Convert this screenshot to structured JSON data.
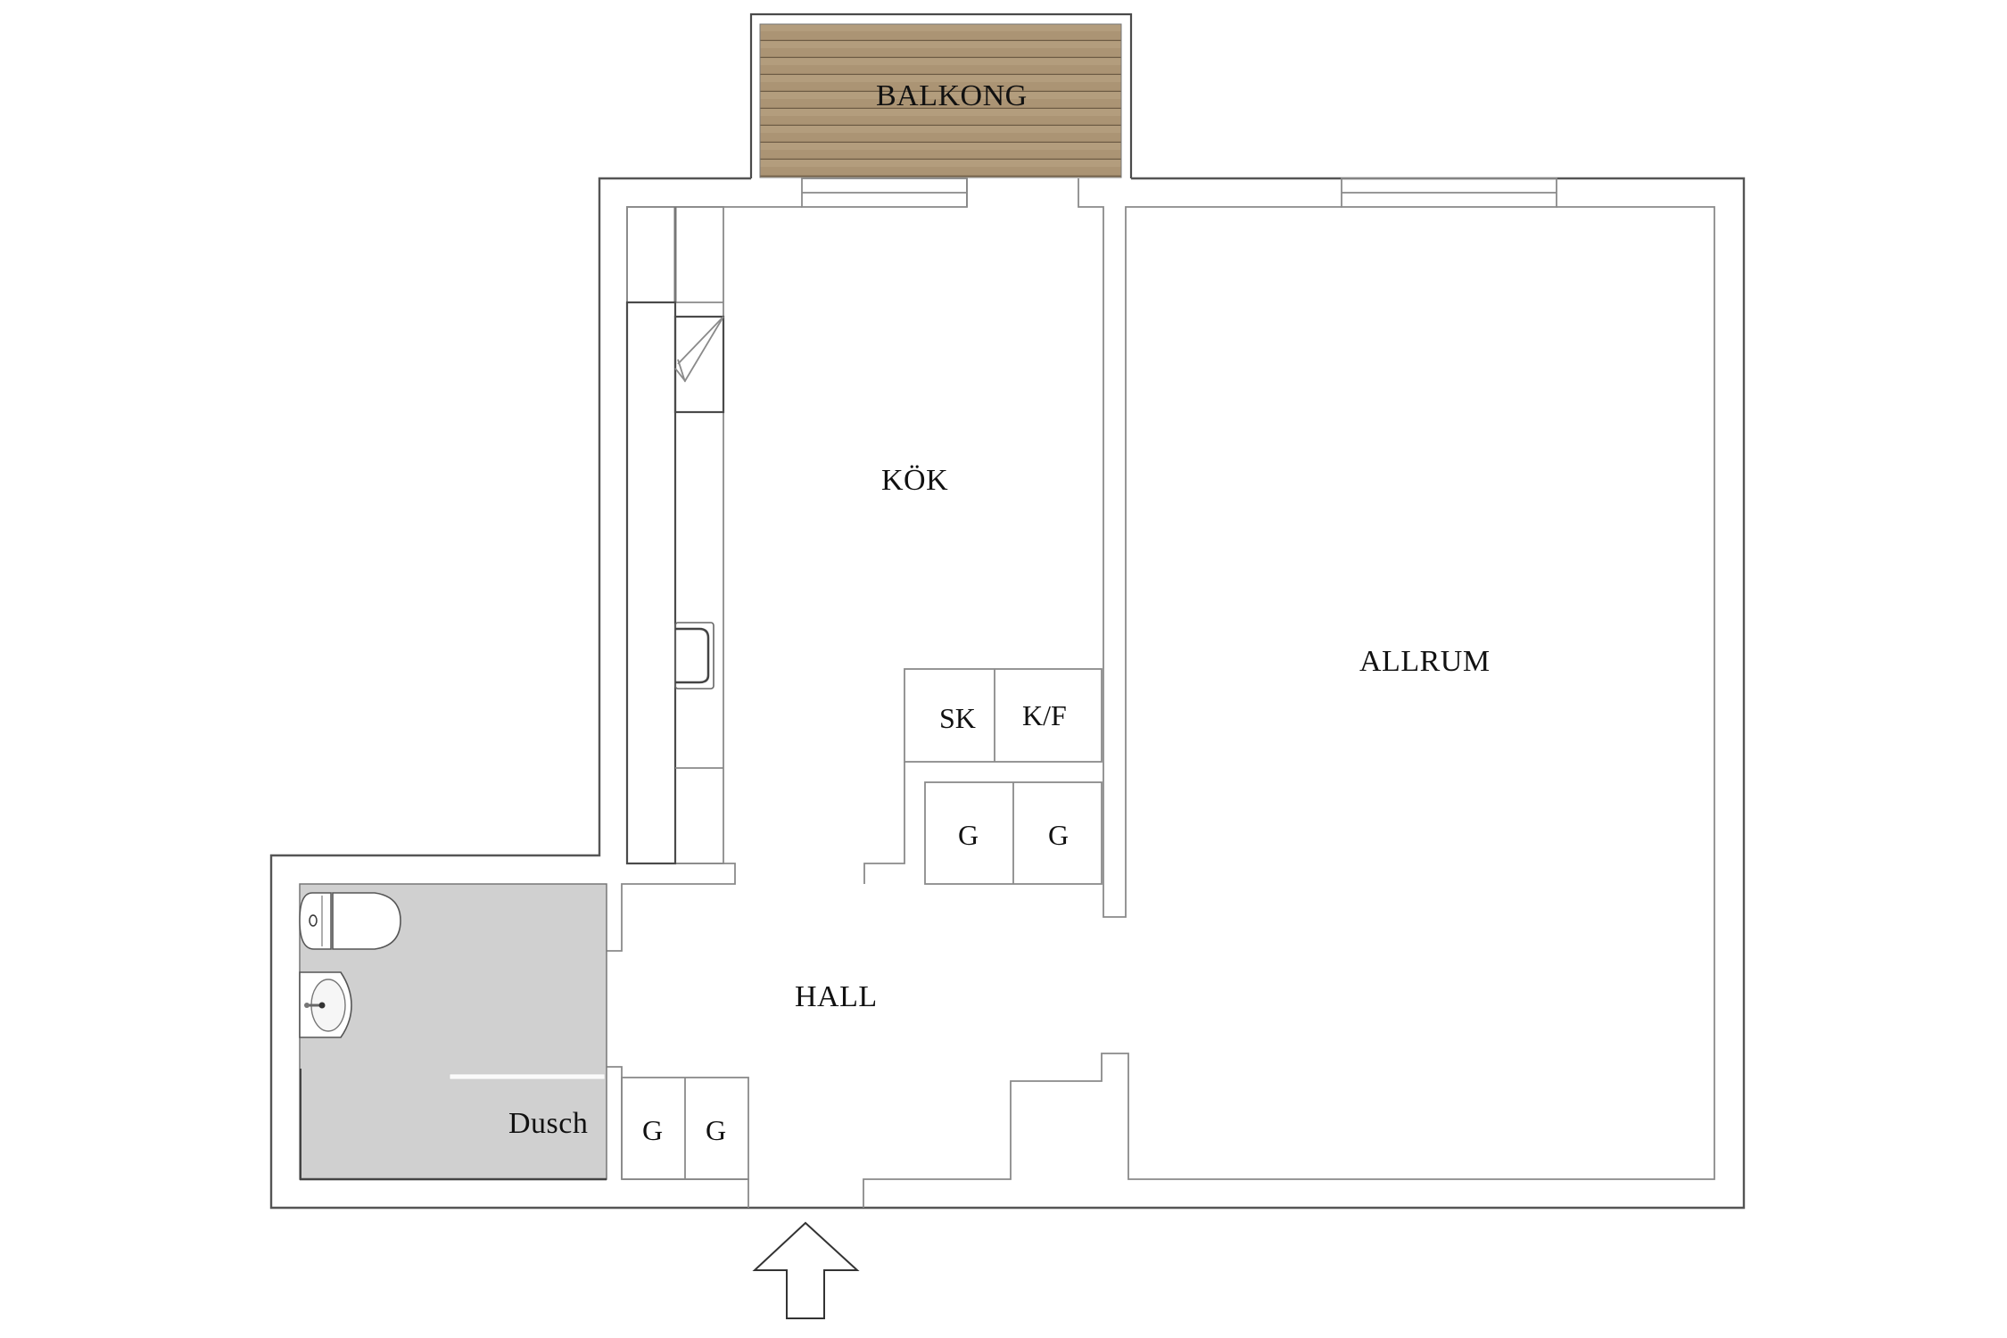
{
  "floorplan": {
    "rooms": {
      "balcony": "BALKONG",
      "kitchen": "KÖK",
      "living": "ALLRUM",
      "hall": "HALL",
      "shower": "Dusch"
    },
    "appliances": {
      "freezer": "SK",
      "fridge_freezer": "K/F"
    },
    "wardrobes": {
      "kitchen_left": "G",
      "kitchen_right": "G",
      "hall_left": "G",
      "hall_right": "G"
    },
    "entrance_arrow": "up-arrow",
    "colors": {
      "wall_line": "#555555",
      "bathroom_floor": "#d0d0d0",
      "balcony_deck": "#a89272",
      "background": "#ffffff"
    }
  }
}
